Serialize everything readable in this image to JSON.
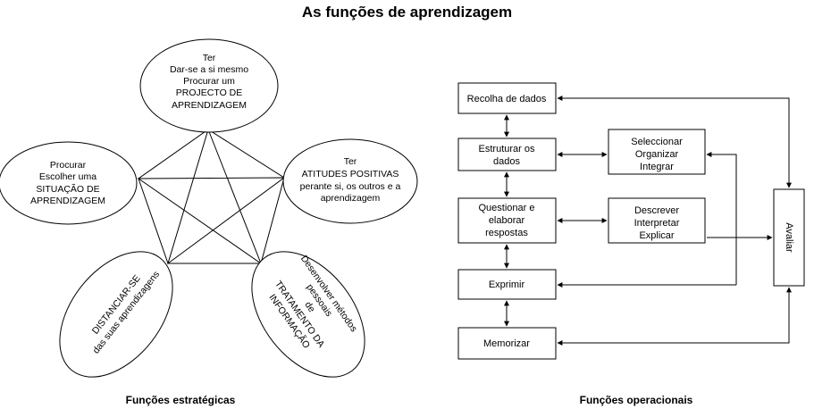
{
  "title": "As funções de aprendizagem",
  "strategic": {
    "caption": "Funções estratégicas",
    "top": [
      "Ter",
      "Dar-se a si mesmo",
      "Procurar um",
      "PROJECTO DE",
      "APRENDIZAGEM"
    ],
    "left": [
      "Procurar",
      "Escolher uma",
      "SITUAÇÃO DE",
      "APRENDIZAGEM"
    ],
    "right": [
      "Ter",
      "ATITUDES POSITIVAS",
      "perante si, os outros e a",
      "aprendizagem"
    ],
    "bottom_left": [
      "DISTANCIAR-SE",
      "das suas aprendizagens"
    ],
    "bottom_right": [
      "Desenvolver métodos",
      "pessoais",
      "de",
      "TRATAMENTO DA",
      "INFORMAÇÃO"
    ]
  },
  "operational": {
    "caption": "Funções operacionais",
    "recolha": "Recolha de dados",
    "estruturar": [
      "Estruturar os",
      "dados"
    ],
    "questionar": [
      "Questionar e",
      "elaborar",
      "respostas"
    ],
    "exprimir": "Exprimir",
    "memorizar": "Memorizar",
    "seleccionar": [
      "Seleccionar",
      "Organizar",
      "Integrar"
    ],
    "descrever": [
      "Descrever",
      "Interpretar",
      "Explicar"
    ],
    "avaliar": "Avaliar"
  }
}
